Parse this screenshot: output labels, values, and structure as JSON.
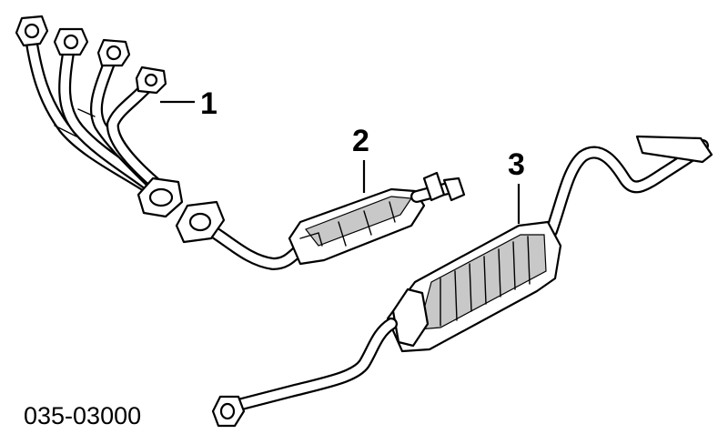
{
  "callouts": {
    "one": "1",
    "two": "2",
    "three": "3"
  },
  "diagram_code": "035-03000"
}
